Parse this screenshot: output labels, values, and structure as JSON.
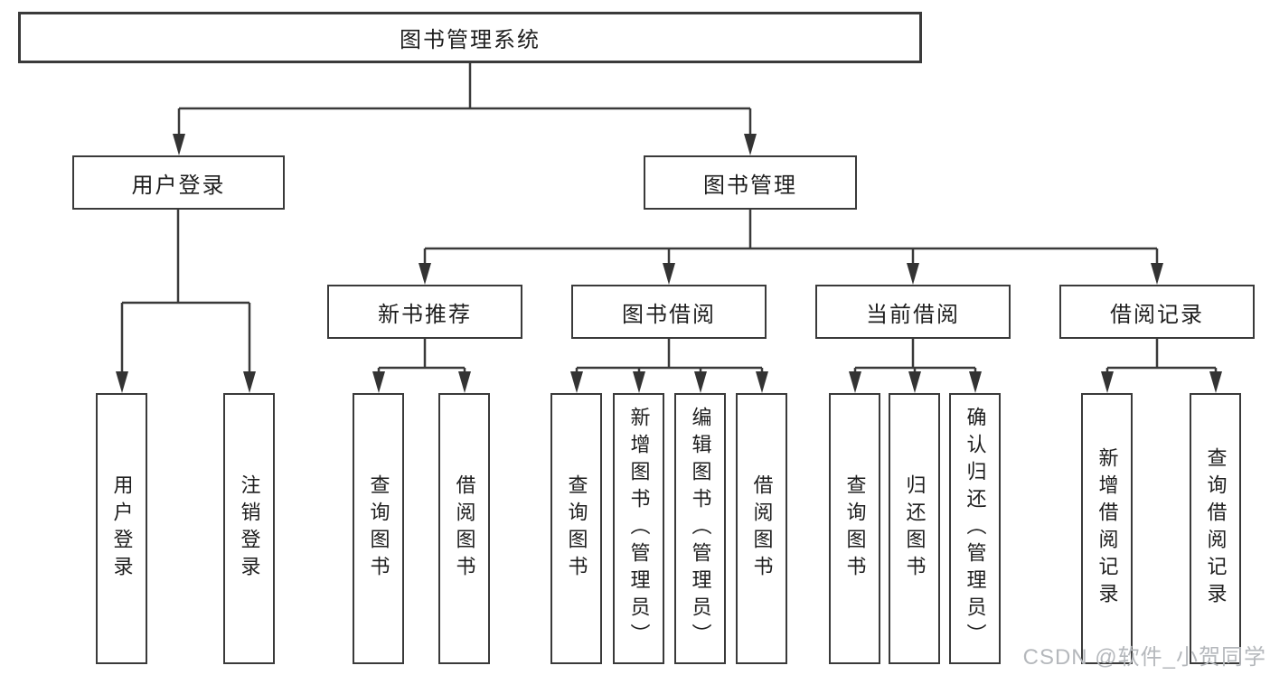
{
  "tree": {
    "label": "图书管理系统",
    "children": [
      {
        "label": "用户登录",
        "children": [
          {
            "label": "用户登录"
          },
          {
            "label": "注销登录"
          }
        ]
      },
      {
        "label": "图书管理",
        "children": [
          {
            "label": "新书推荐",
            "children": [
              {
                "label": "查询图书"
              },
              {
                "label": "借阅图书"
              }
            ]
          },
          {
            "label": "图书借阅",
            "children": [
              {
                "label": "查询图书"
              },
              {
                "label": "新增图书（管理员）"
              },
              {
                "label": "编辑图书（管理员）"
              },
              {
                "label": "借阅图书"
              }
            ]
          },
          {
            "label": "当前借阅",
            "children": [
              {
                "label": "查询图书"
              },
              {
                "label": "归还图书"
              },
              {
                "label": "确认归还（管理员）"
              }
            ]
          },
          {
            "label": "借阅记录",
            "children": [
              {
                "label": "新增借阅记录"
              },
              {
                "label": "查询借阅记录"
              }
            ]
          }
        ]
      }
    ]
  },
  "watermark": {
    "text": "CSDN @软件_小贺同学",
    "color": "#b5b8bc"
  },
  "colors": {
    "line": "#3a3a3a",
    "arrow": "#333333",
    "text": "#1e1e1e",
    "background": "#ffffff"
  }
}
